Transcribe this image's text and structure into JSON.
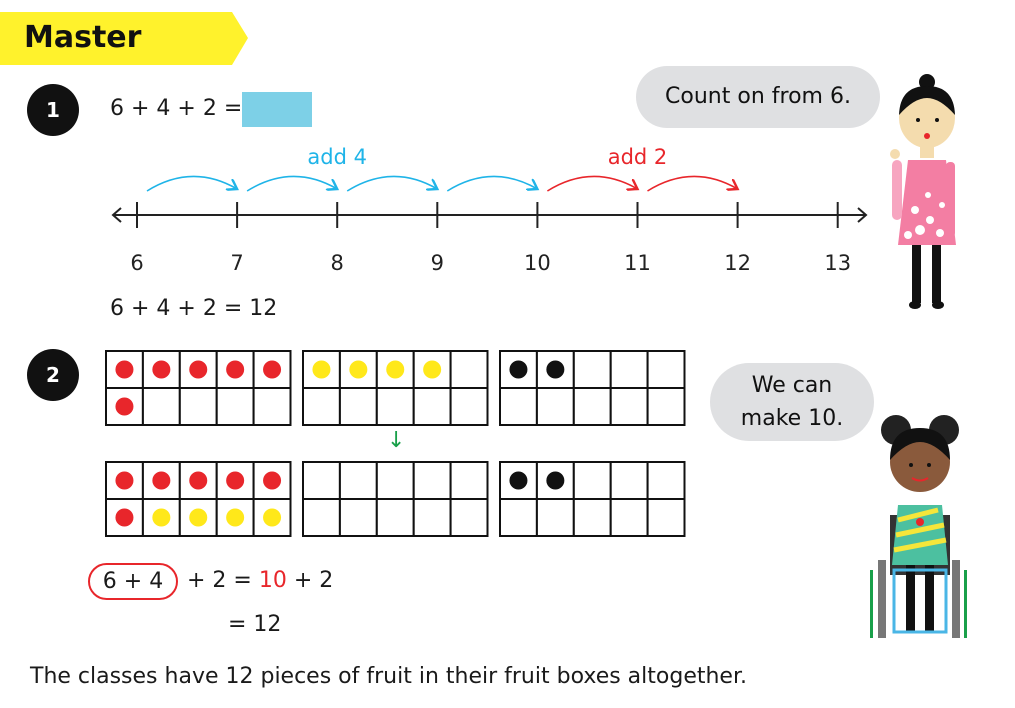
{
  "header": {
    "title": "Master"
  },
  "question1": {
    "number": "1",
    "equation": "6 + 4 + 2 =",
    "answer_box_color": "#7dd0e7",
    "number_line": {
      "ticks": [
        "6",
        "7",
        "8",
        "9",
        "10",
        "11",
        "12",
        "13"
      ],
      "jumps": [
        {
          "from": 6,
          "to": 7,
          "group": "add4"
        },
        {
          "from": 7,
          "to": 8,
          "group": "add4"
        },
        {
          "from": 8,
          "to": 9,
          "group": "add4"
        },
        {
          "from": 9,
          "to": 10,
          "group": "add4"
        },
        {
          "from": 10,
          "to": 11,
          "group": "add2"
        },
        {
          "from": 11,
          "to": 12,
          "group": "add2"
        }
      ],
      "add4_label": "add 4",
      "add2_label": "add 2",
      "add4_color": "#1fb4e8",
      "add2_color": "#e8262b"
    },
    "solution": "6 + 4 + 2 = 12",
    "speech": "Count on from 6."
  },
  "question2": {
    "number": "2",
    "frames_before": [
      [
        [
          "red",
          "red",
          "red",
          "red",
          "red"
        ],
        [
          "red",
          "",
          "",
          "",
          ""
        ]
      ],
      [
        [
          "yellow",
          "yellow",
          "yellow",
          "yellow",
          ""
        ],
        [
          "",
          "",
          "",
          "",
          ""
        ]
      ],
      [
        [
          "black",
          "black",
          "",
          "",
          ""
        ],
        [
          "",
          "",
          "",
          "",
          ""
        ]
      ]
    ],
    "frames_after": [
      [
        [
          "red",
          "red",
          "red",
          "red",
          "red"
        ],
        [
          "red",
          "yellow",
          "yellow",
          "yellow",
          "yellow"
        ]
      ],
      [
        [
          "",
          "",
          "",
          "",
          ""
        ],
        [
          "",
          "",
          "",
          "",
          ""
        ]
      ],
      [
        [
          "black",
          "black",
          "",
          "",
          ""
        ],
        [
          "",
          "",
          "",
          "",
          ""
        ]
      ]
    ],
    "dot_colors": {
      "red": "#e8262b",
      "yellow": "#ffe81a",
      "black": "#111111"
    },
    "arrow": "↓",
    "grouped": "6 + 4",
    "eq_rest_1": "+ 2 =",
    "ten": "10",
    "eq_rest_2": "+ 2",
    "eq_line2": "= 12",
    "speech_line1": "We can",
    "speech_line2": "make 10."
  },
  "conclusion": "The classes have 12 pieces of fruit in their fruit boxes altogether."
}
